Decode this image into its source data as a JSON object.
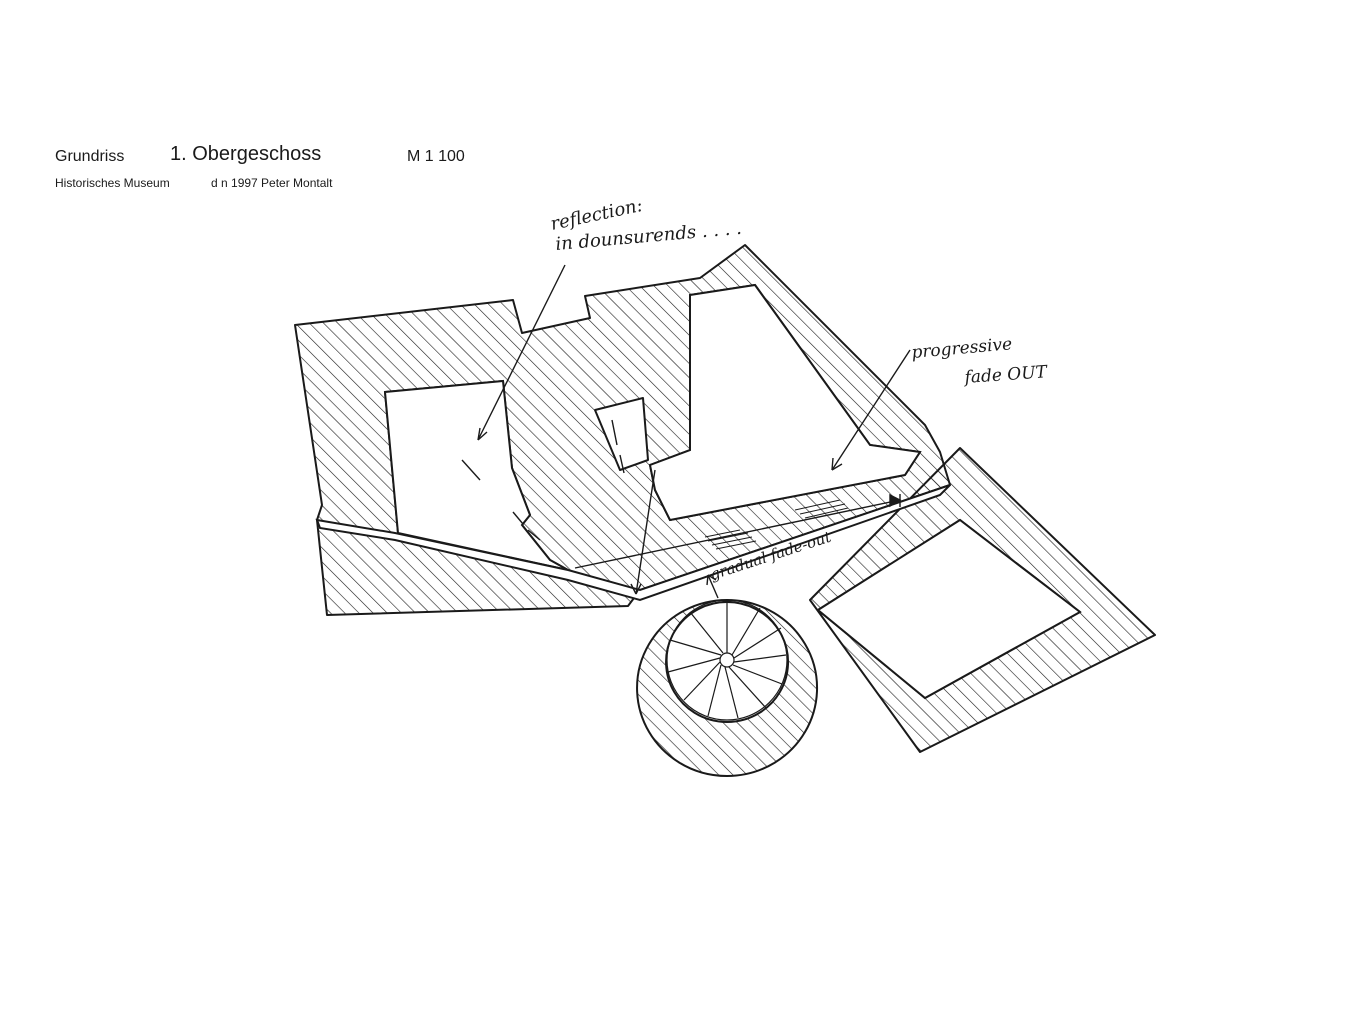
{
  "header": {
    "label": "Grundriss",
    "floor": "1. Obergeschoss",
    "scale": "M 1   100",
    "museum": "Historisches Museum",
    "credit": "d  n 1997 Peter Montalt"
  },
  "annotations": {
    "reflection_line1": "reflection:",
    "reflection_line2": "in dounsurends . . . .",
    "progressive_line1": "progressive",
    "progressive_line2": "fade OUT",
    "gradual": "gradual fade-out"
  },
  "colors": {
    "ink": "#1a1a1a",
    "paper": "#ffffff"
  }
}
